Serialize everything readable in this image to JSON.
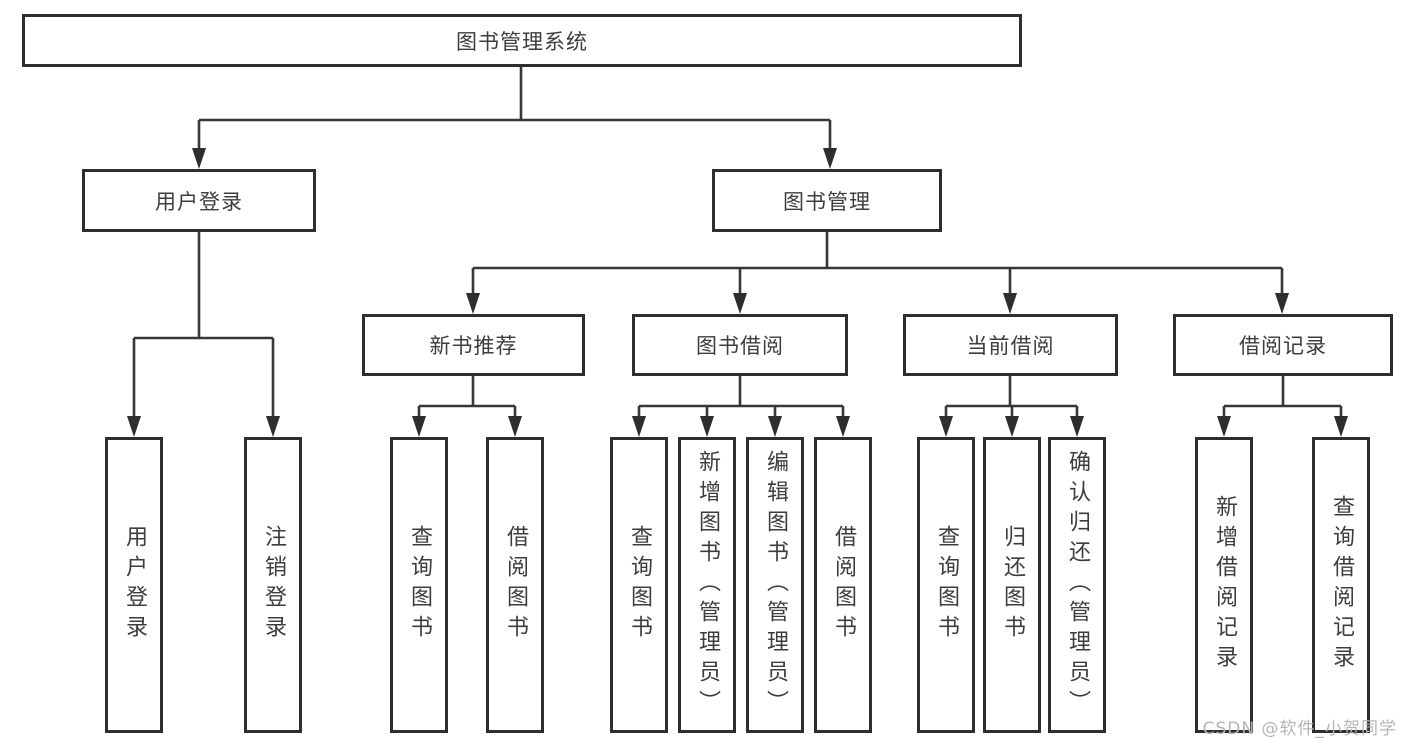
{
  "diagram": {
    "root": "图书管理系统",
    "user_login": {
      "label": "用户登录",
      "children": [
        "用户登录",
        "注销登录"
      ]
    },
    "book_management": {
      "label": "图书管理",
      "sections": {
        "new_book_recommend": {
          "label": "新书推荐",
          "children": [
            "查询图书",
            "借阅图书"
          ]
        },
        "book_borrow": {
          "label": "图书借阅",
          "children": [
            "查询图书",
            "新增图书（管理员）",
            "编辑图书（管理员）",
            "借阅图书"
          ]
        },
        "current_borrow": {
          "label": "当前借阅",
          "children": [
            "查询图书",
            "归还图书",
            "确认归还（管理员）"
          ]
        },
        "borrow_record": {
          "label": "借阅记录",
          "children": [
            "新增借阅记录",
            "查询借阅记录"
          ]
        }
      }
    }
  },
  "watermark": "CSDN @软件_小贺同学",
  "colors": {
    "line": "#373737",
    "border": "#2e2e2e",
    "text": "#3d3d3d",
    "watermark": "#b5b5b5",
    "background": "#ffffff"
  }
}
